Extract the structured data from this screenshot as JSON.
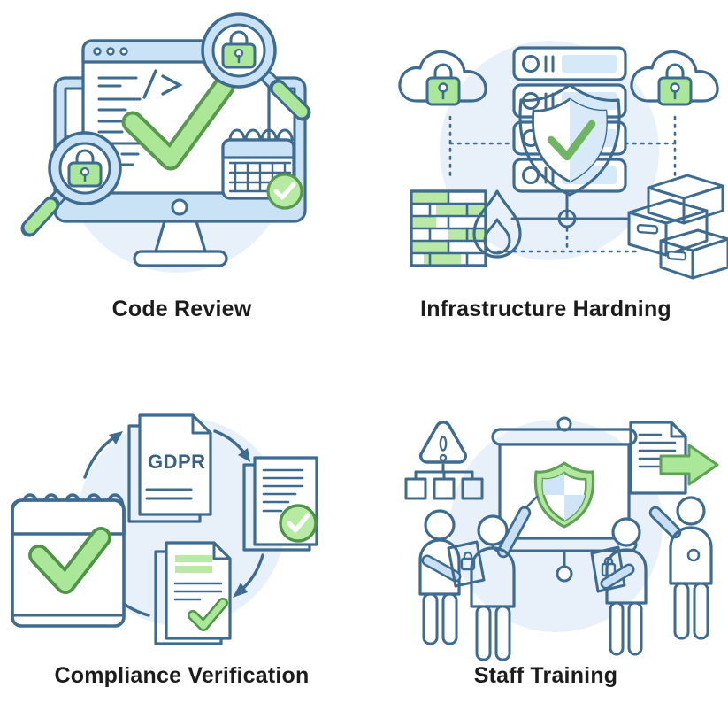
{
  "page": {
    "background": "#ffffff"
  },
  "palette": {
    "outline_blue": "#3e6b90",
    "light_blue": "#c9e2f5",
    "pale_blue": "#dcebf8",
    "bg_circle_blue": "#e8f1fa",
    "green_fill": "#abe798",
    "green_stroke": "#5fa157",
    "label_text": "#1c1c1c"
  },
  "cards": [
    {
      "id": "code-review",
      "label": "Code Review",
      "icons": [
        "monitor-icon",
        "browser-window-icon",
        "code-lines",
        "check-mark-icon",
        "magnifier-lock-icon",
        "magnifier-lock-icon",
        "calendar-check-icon"
      ]
    },
    {
      "id": "infrastructure-hardening",
      "label": "Infrastructure Hardning",
      "icons": [
        "server-stack-icon",
        "shield-check-icon",
        "cloud-lock-icon",
        "cloud-lock-icon",
        "firewall-icon",
        "flame-icon",
        "boxes-icon",
        "network-node-icon"
      ]
    },
    {
      "id": "compliance-verification",
      "label": "Compliance Verification",
      "document_title": "GDPR",
      "icons": [
        "calendar-check-icon",
        "gdpr-document-icon",
        "checked-document-icon",
        "report-document-icon",
        "cycle-arrow-icon"
      ]
    },
    {
      "id": "staff-training",
      "label": "Staff Training",
      "icons": [
        "warning-flow-icon",
        "presentation-screen-icon",
        "shield-icon",
        "document-arrow-icon",
        "person-icon",
        "person-icon",
        "person-icon",
        "person-icon"
      ]
    }
  ]
}
